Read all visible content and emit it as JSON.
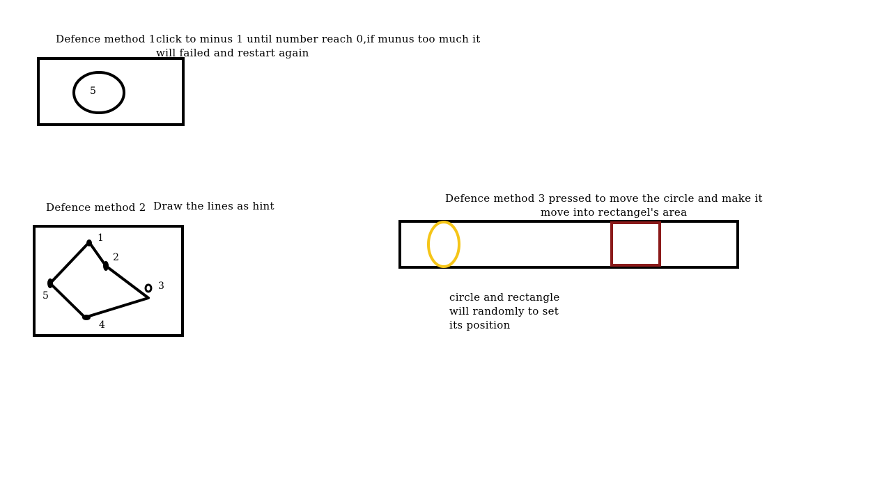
{
  "method1": {
    "title": "Defence method 1",
    "description_line1": "click to minus 1 until number reach 0,if munus too much it",
    "description_line2": "will failed and restart again",
    "circle_number": "5"
  },
  "method2": {
    "title": "Defence method 2",
    "description": "Draw the lines as hint",
    "point_labels": [
      "1",
      "2",
      "3",
      "4",
      "5"
    ]
  },
  "method3": {
    "title_line1": "Defence method 3 pressed to move the circle and make it",
    "title_line2": "move into rectangel's area",
    "note_line1": "circle and rectangle",
    "note_line2": "will randomly to set",
    "note_line3": "its position",
    "colors": {
      "circle": "#f5c518",
      "target_rectangle": "#8b1a1a"
    }
  }
}
